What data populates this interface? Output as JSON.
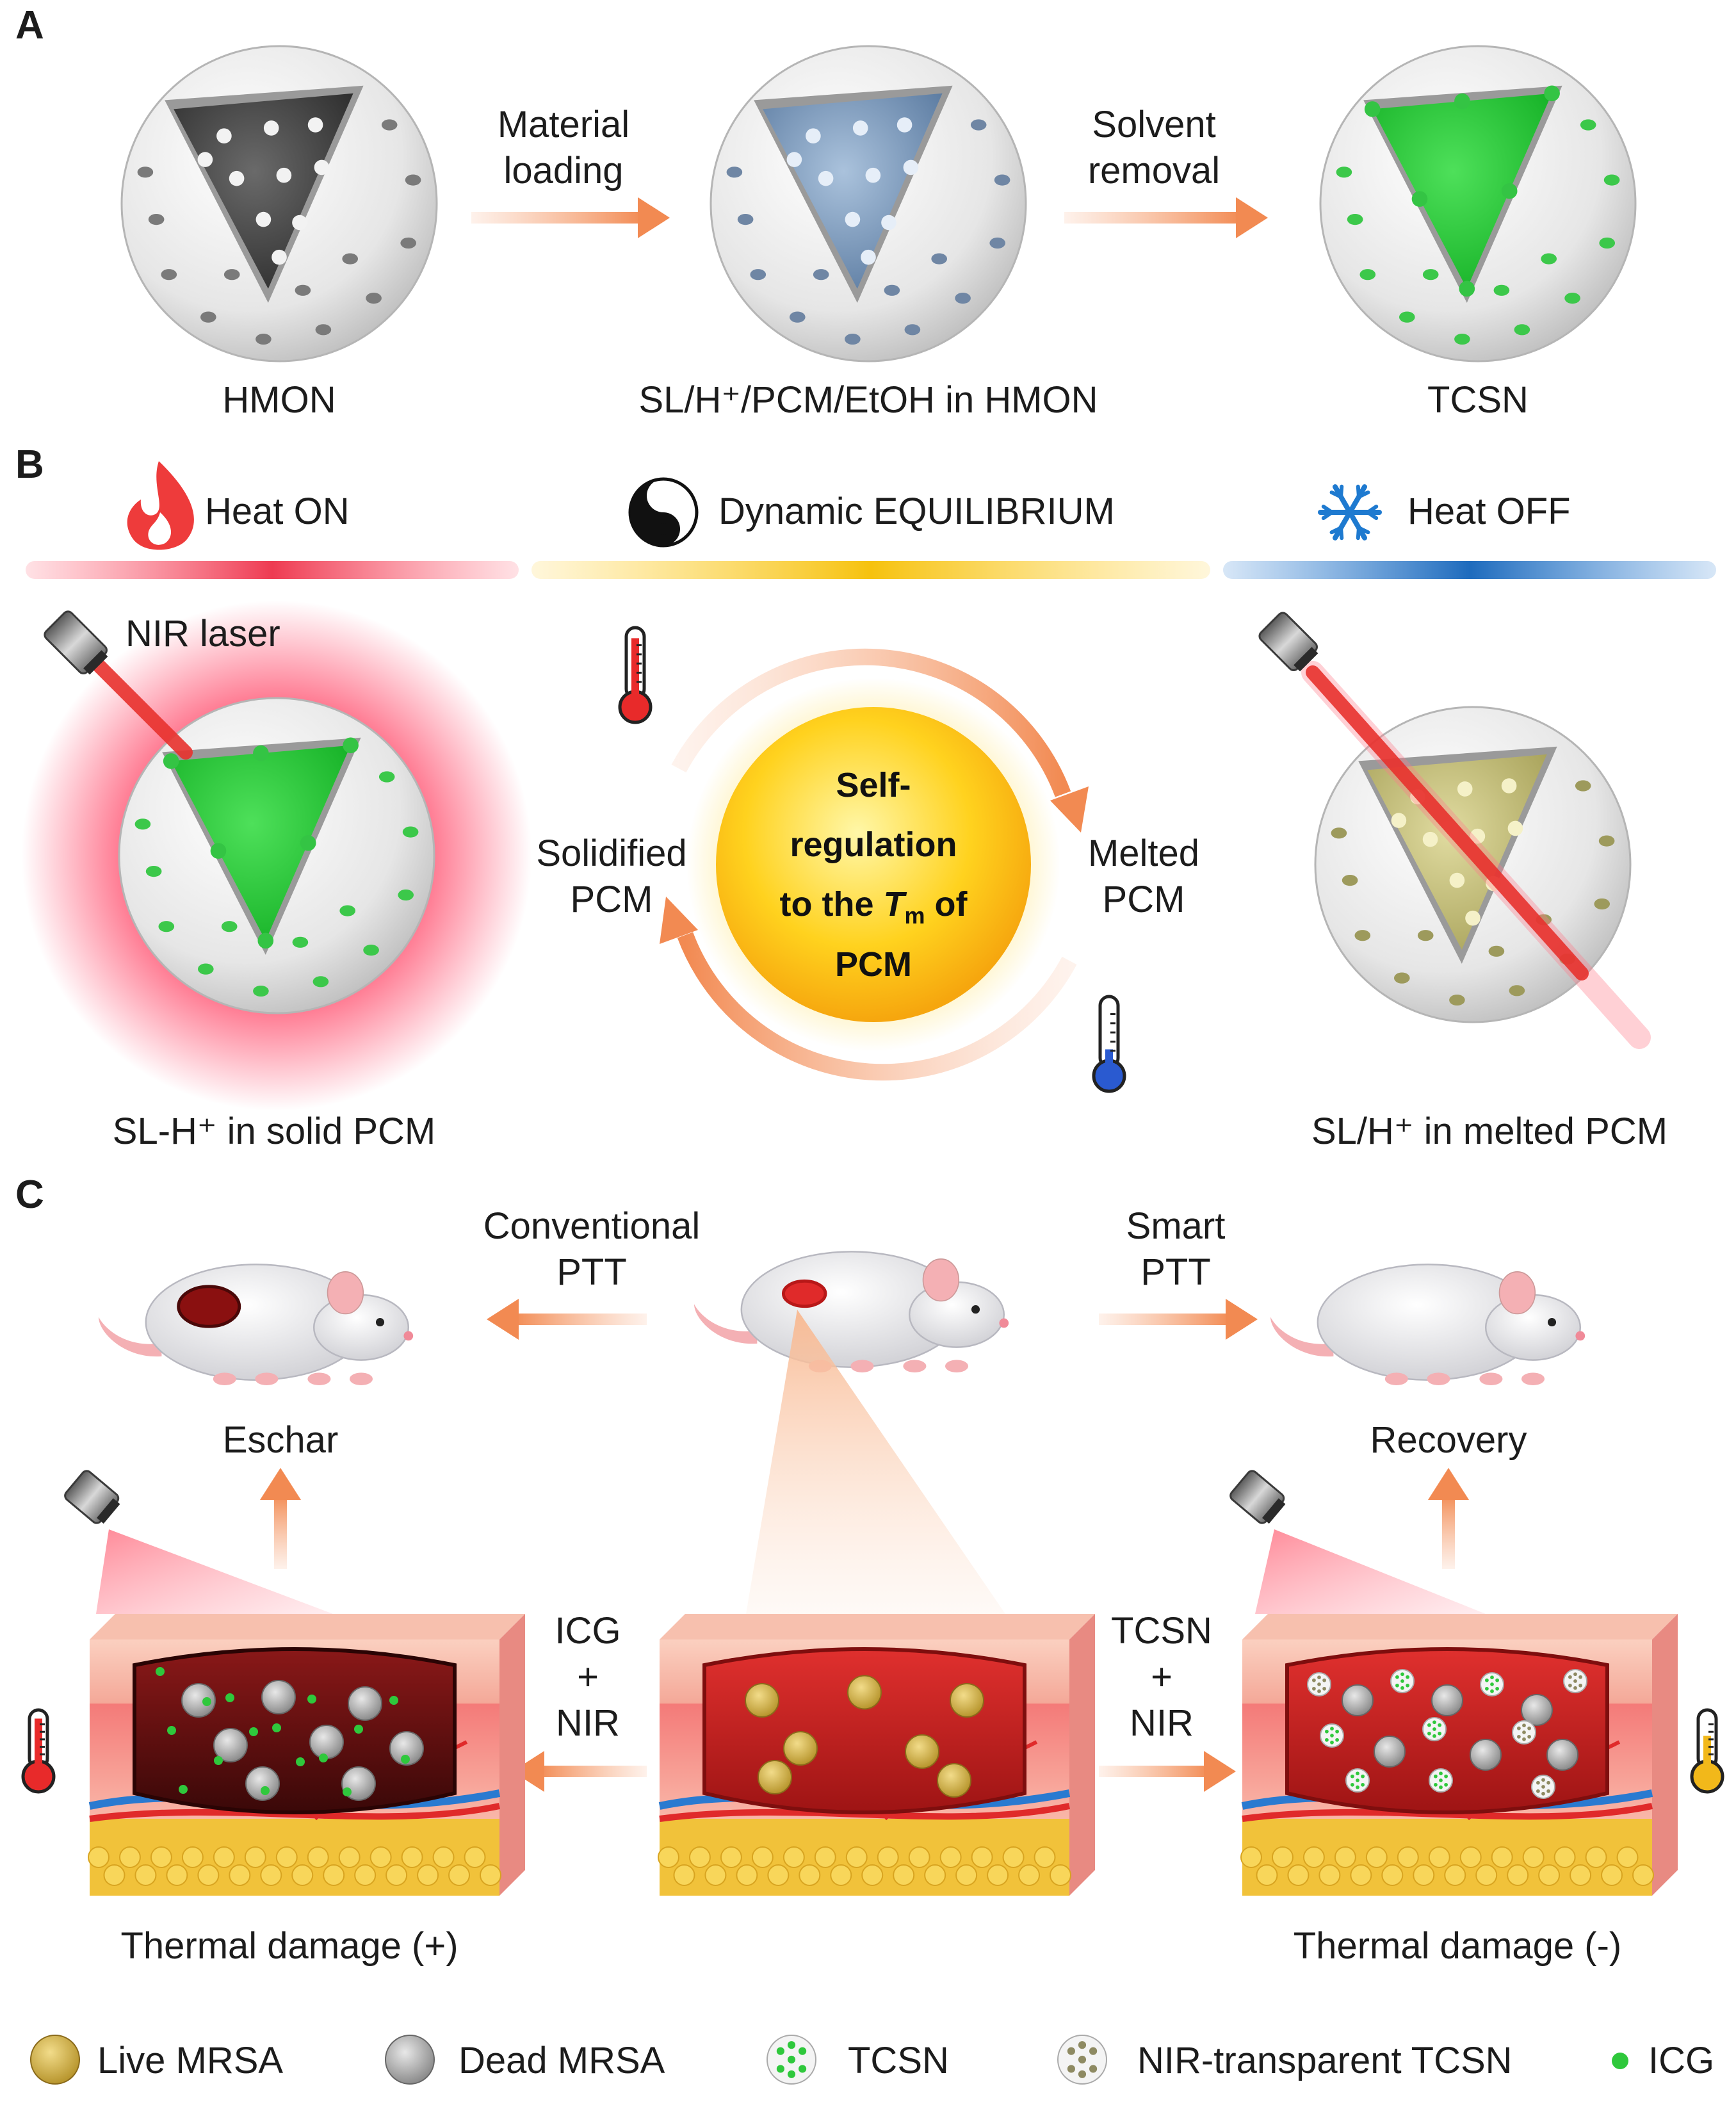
{
  "panels": {
    "a": "A",
    "b": "B",
    "c": "C"
  },
  "panelA": {
    "step1_line1": "Material",
    "step1_line2": "loading",
    "step2_line1": "Solvent",
    "step2_line2": "removal",
    "label_hmon": "HMON",
    "label_loaded": "SL/H⁺/PCM/EtOH in HMON",
    "label_tcsn": "TCSN"
  },
  "panelB": {
    "heat_on": "Heat ON",
    "equilibrium": "Dynamic EQUILIBRIUM",
    "heat_off": "Heat OFF",
    "nir_laser": "NIR laser",
    "solidified_1": "Solidified",
    "solidified_2": "PCM",
    "melted_1": "Melted",
    "melted_2": "PCM",
    "center_1": "Self-",
    "center_2": "regulation",
    "center_3a": "to the ",
    "center_3t": "T",
    "center_3m": "m",
    "center_3b": " of",
    "center_4": "PCM",
    "label_solid": "SL-H⁺ in solid PCM",
    "label_melted": "SL/H⁺ in melted PCM"
  },
  "panelC": {
    "conventional_1": "Conventional",
    "conventional_2": "PTT",
    "smart_1": "Smart",
    "smart_2": "PTT",
    "eschar": "Eschar",
    "recovery": "Recovery",
    "icg_1": "ICG",
    "icg_2": "+",
    "icg_3": "NIR",
    "tcsn_1": "TCSN",
    "tcsn_2": "+",
    "tcsn_3": "NIR",
    "damage_plus": "Thermal damage (+)",
    "damage_minus": "Thermal damage (-)"
  },
  "legend": {
    "live": "Live MRSA",
    "dead": "Dead MRSA",
    "tcsn": "TCSN",
    "nir_tcsn": "NIR-transparent TCSN",
    "icg": "ICG"
  },
  "colors": {
    "accent_orange": "#f28a52",
    "green": "#2fc83c",
    "heat_red": "#ee3b52",
    "equilibrium_yellow": "#f6c20e",
    "cool_blue": "#1e6bbd",
    "laser_red": "#e8322e"
  },
  "icons": [
    "flame-icon",
    "yin-yang-icon",
    "snowflake-icon",
    "thermometer-icon",
    "laser-icon",
    "mouse-icon"
  ]
}
